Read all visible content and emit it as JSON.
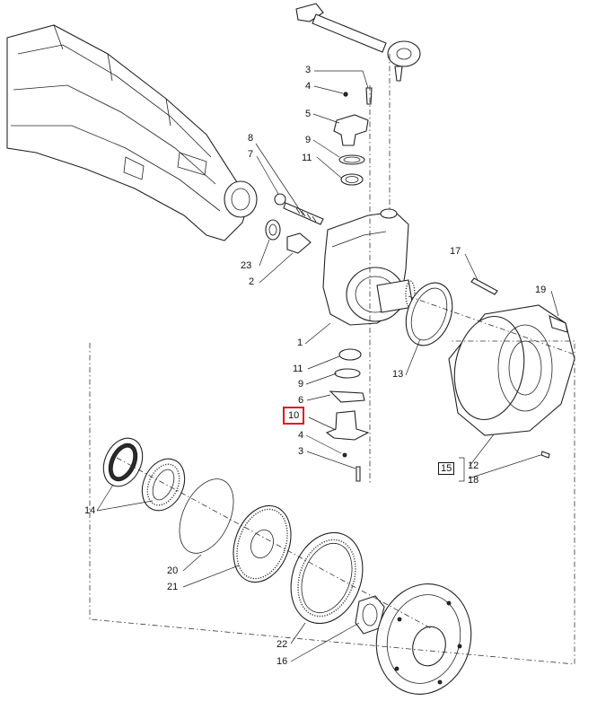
{
  "callouts": {
    "c3_top": "3",
    "c4_top": "4",
    "c5": "5",
    "c9_top": "9",
    "c11_top": "11",
    "c8": "8",
    "c7": "7",
    "c23": "23",
    "c2": "2",
    "c1": "1",
    "c11_bot": "11",
    "c9_bot": "9",
    "c6": "6",
    "c10": "10",
    "c4_bot": "4",
    "c3_bot": "3",
    "c13": "13",
    "c17": "17",
    "c19": "19",
    "c15": "15",
    "c12": "12",
    "c18": "18",
    "c14": "14",
    "c20": "20",
    "c21": "21",
    "c22": "22",
    "c16": "16"
  },
  "highlight": {
    "callout": "10",
    "color": "#e0141e"
  }
}
